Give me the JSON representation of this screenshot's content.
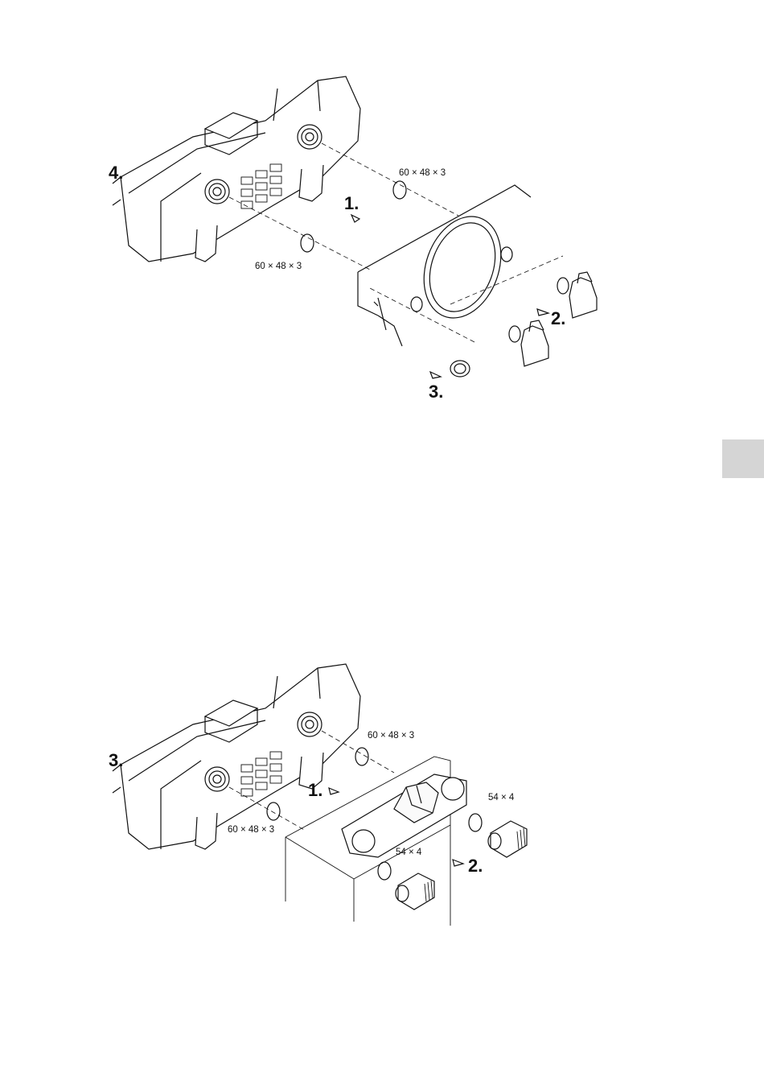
{
  "figure1": {
    "steps": [
      "1.",
      "2.",
      "3.",
      "4."
    ],
    "dimensions": [
      "60 × 48 × 3",
      "60 × 48 × 3"
    ]
  },
  "figure2": {
    "steps": [
      "1.",
      "2.",
      "3."
    ],
    "dimensions": [
      "60 × 48 × 3",
      "60 × 48 × 3",
      "54 × 4",
      "54 × 4"
    ]
  },
  "colors": {
    "line": "#111111",
    "tab": "#d5d5d5"
  }
}
